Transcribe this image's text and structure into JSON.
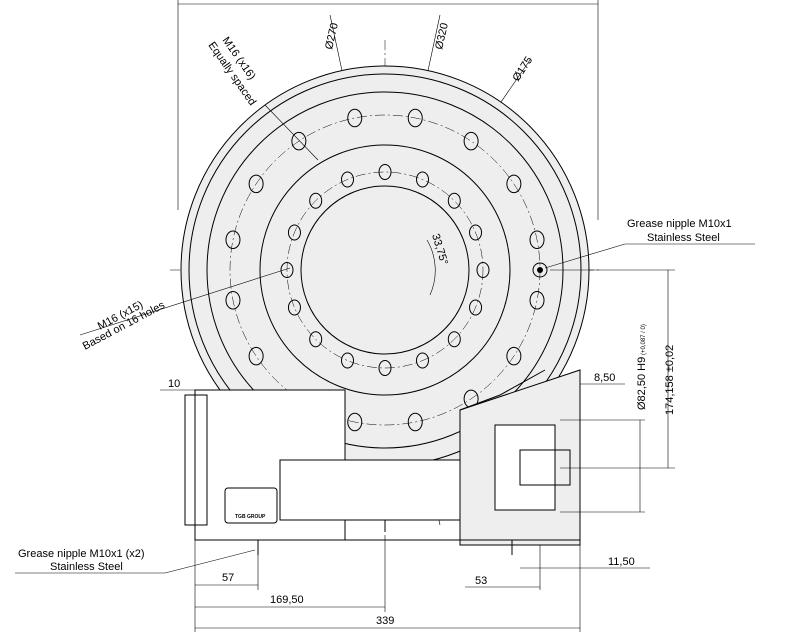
{
  "drawing": {
    "callouts": {
      "bolt_outer": [
        "M16 (x16)",
        "Equally spaced"
      ],
      "bolt_inner": [
        "M16 (x15)",
        "Based on 16 holes"
      ],
      "grease_right": [
        "Grease nipple M10x1",
        "Stainless Steel"
      ],
      "grease_bottom": [
        "Grease nipple M10x1 (x2)",
        "Stainless Steel"
      ],
      "nameplate": "TGB GROUP"
    },
    "dimensions": {
      "d270": "Ø270",
      "d320": "Ø320",
      "d175": "Ø175",
      "angle": "33,75°",
      "d82": "Ø82,50 H9",
      "d82_tol": "(+0,087 / 0)",
      "h174": "174,158 ±0,02",
      "w10": "10",
      "w8_50": "8,50",
      "w57": "57",
      "w169_50": "169,50",
      "w339": "339",
      "w53": "53",
      "w11_50": "11,50"
    }
  }
}
